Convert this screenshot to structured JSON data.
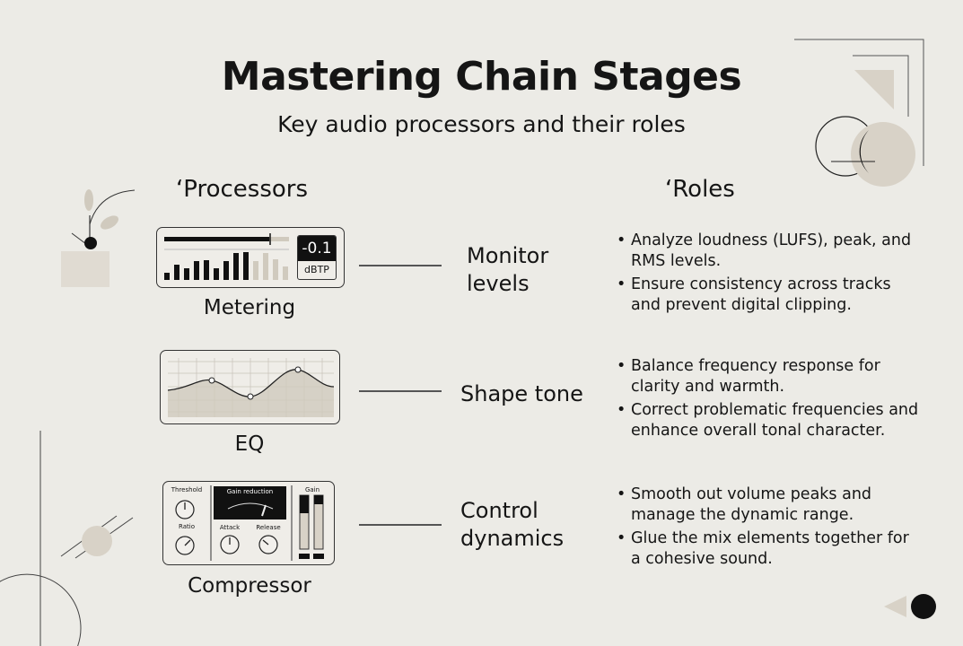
{
  "title": "Mastering Chain Stages",
  "subtitle": "Key audio processors and their roles",
  "columns": {
    "processors": "‘Processors",
    "roles": "‘Roles"
  },
  "stages": [
    {
      "processor": "Metering",
      "role_line1": "Monitor",
      "role_line2": "levels",
      "bullets": [
        "Analyze loudness (LUFS), peak, and RMS levels.",
        "Ensure consistency across tracks and prevent digital clipping."
      ],
      "meter": {
        "readout": "-0.1",
        "unit": "dBTP"
      }
    },
    {
      "processor": "EQ",
      "role_line1": "Shape tone",
      "role_line2": "",
      "bullets": [
        "Balance frequency response for clarity and warmth.",
        "Correct problematic frequencies and enhance overall tonal character."
      ]
    },
    {
      "processor": "Compressor",
      "role_line1": "Control",
      "role_line2": "dynamics",
      "bullets": [
        "Smooth out volume peaks and manage the dynamic range.",
        "Glue the mix elements together for a cohesive sound."
      ],
      "controls": {
        "threshold": "Threshold",
        "ratio": "Ratio",
        "gain_reduction": "Gain reduction",
        "attack": "Attack",
        "release": "Release",
        "gain": "Gain"
      }
    }
  ],
  "colors": {
    "background": "#ecebe6",
    "ink": "#151515",
    "accent_beige": "#d9d3c8"
  }
}
